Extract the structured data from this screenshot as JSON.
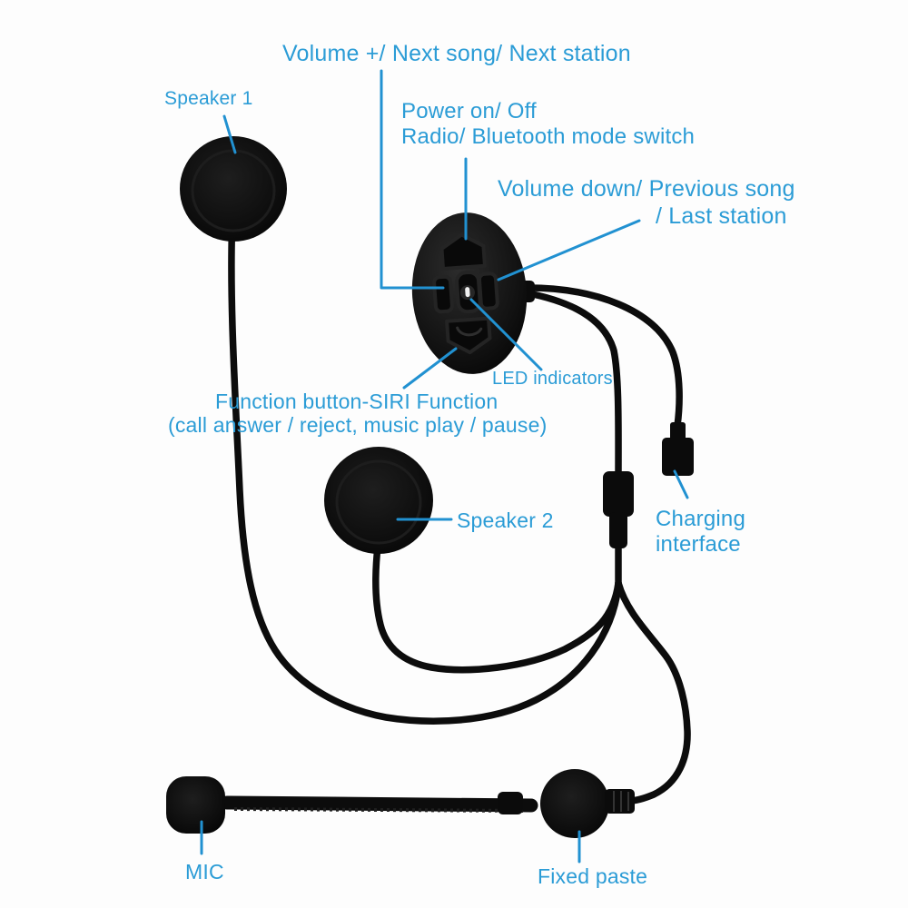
{
  "diagram": {
    "background_color": "#fdfdfd",
    "label_text_color": "#2b9cd6",
    "leader_line_color": "#2191d1",
    "device_color": "#0b0b0b",
    "led_color": "#f0f0f0",
    "labels": {
      "volume_up": "Volume +/ Next song/ Next station",
      "speaker_1": "Speaker 1",
      "power_1": "Power on/ Off",
      "power_2": "Radio/ Bluetooth mode switch",
      "volume_down_1": "Volume down/ Previous song",
      "volume_down_2": "/ Last station",
      "led": "LED indicators",
      "function_1": "Function button-SIRI Function",
      "function_2": "(call answer / reject, music play / pause)",
      "speaker_2": "Speaker 2",
      "charging_1": "Charging",
      "charging_2": "interface",
      "mic": "MIC",
      "fixed_paste": "Fixed paste"
    }
  }
}
